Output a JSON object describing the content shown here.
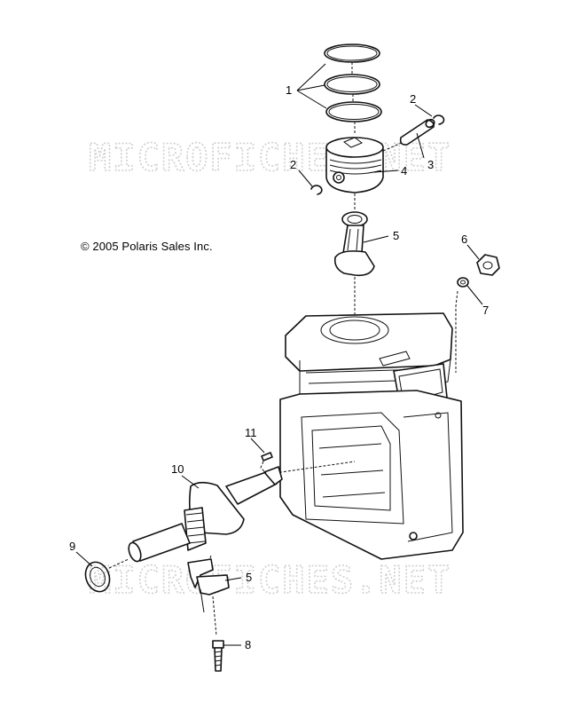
{
  "copyright": "© 2005 Polaris Sales Inc.",
  "watermarks": [
    "MICROFICHES.NET",
    "MICROFICHES.NET"
  ],
  "callouts": [
    {
      "id": "1",
      "part": "piston-rings"
    },
    {
      "id": "2",
      "part": "retaining-ring-right"
    },
    {
      "id": "2",
      "part": "retaining-ring-left"
    },
    {
      "id": "3",
      "part": "piston-pin"
    },
    {
      "id": "4",
      "part": "piston"
    },
    {
      "id": "5",
      "part": "connecting-rod"
    },
    {
      "id": "6",
      "part": "nut"
    },
    {
      "id": "7",
      "part": "washer"
    },
    {
      "id": "5",
      "part": "connecting-rod-cap"
    },
    {
      "id": "8",
      "part": "bolt"
    },
    {
      "id": "9",
      "part": "oil-seal"
    },
    {
      "id": "10",
      "part": "crankshaft"
    },
    {
      "id": "11",
      "part": "key"
    }
  ]
}
